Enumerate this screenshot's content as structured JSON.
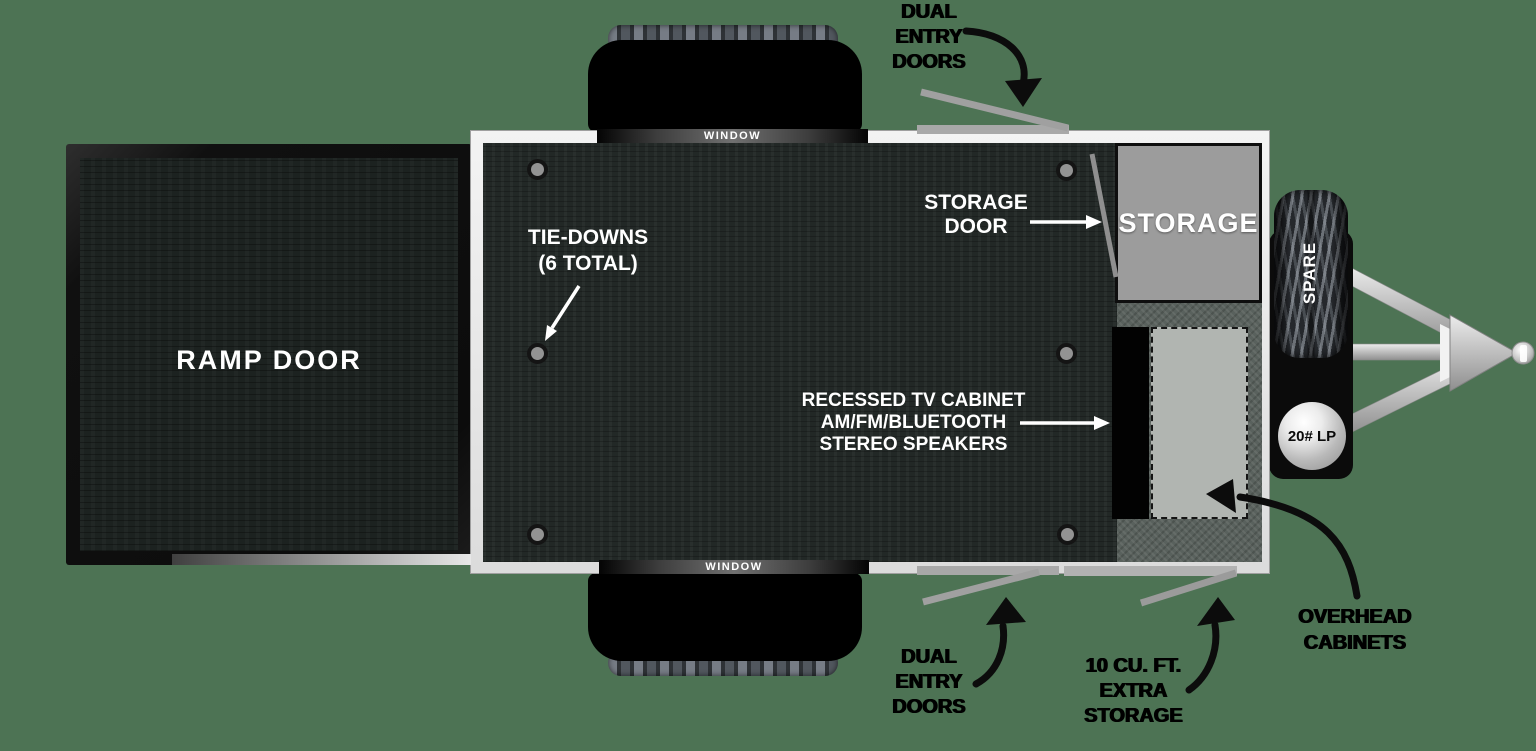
{
  "title": "Toy hauler travel trailer floorplan",
  "background_color": "#4d7354",
  "labels": {
    "ramp_door": "RAMP DOOR",
    "window_top": "WINDOW",
    "window_bottom": "WINDOW",
    "tie_downs": {
      "line1": "TIE-DOWNS",
      "line2": "(6 TOTAL)"
    },
    "storage_door": {
      "line1": "STORAGE",
      "line2": "DOOR"
    },
    "storage_room": "STORAGE",
    "tv_cabinet": {
      "line1": "RECESSED TV CABINET",
      "line2": "AM/FM/BLUETOOTH",
      "line3": "STEREO SPEAKERS"
    },
    "dual_entry_top": {
      "line1": "DUAL",
      "line2": "ENTRY",
      "line3": "DOORS"
    },
    "dual_entry_bottom": {
      "line1": "DUAL",
      "line2": "ENTRY",
      "line3": "DOORS"
    },
    "extra_storage": {
      "line1": "10 CU. FT.",
      "line2": "EXTRA",
      "line3": "STORAGE"
    },
    "overhead_cabinets": {
      "line1": "OVERHEAD",
      "line2": "CABINETS"
    },
    "spare_tire": "SPARE",
    "lp_tank": "20# LP"
  },
  "features": {
    "tie_down_count": 6
  },
  "colors": {
    "background": "#4d7354",
    "body_wall": "#e9e9e9",
    "floor": "#222826",
    "storage_fill": "#9c9c9c",
    "utility_floor": "#59615d",
    "cabinet_dashed_fill": "#b1b5b1",
    "door_gray": "#a2a2a2",
    "line_black": "#0c0c0c",
    "text_white": "#ffffff"
  }
}
